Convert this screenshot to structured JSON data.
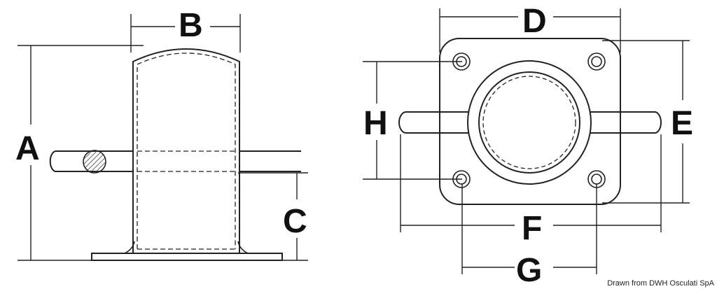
{
  "labels": {
    "a": "A",
    "b": "B",
    "c": "C",
    "d": "D",
    "e": "E",
    "f": "F",
    "g": "G",
    "h": "H"
  },
  "credit": "Drawn from DWH Osculati SpA",
  "colors": {
    "line": "#222222",
    "hatch": "#444444",
    "background": "#ffffff"
  }
}
